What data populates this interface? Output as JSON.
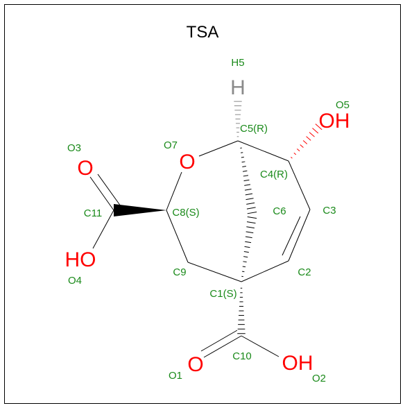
{
  "title": "TSA",
  "atom_symbols": {
    "hydrogen_h5": "H",
    "hydroxyl_o5": "OH",
    "carbonyl_o3": "O",
    "ring_oxygen_o7": "O",
    "hydroxyl_o4": "HO",
    "carbonyl_o1": "O",
    "hydroxyl_o2": "OH"
  },
  "atom_labels": {
    "H5": "H5",
    "O5": "O5",
    "C5": "C5(R)",
    "O3": "O3",
    "O7": "O7",
    "C4": "C4(R)",
    "C11": "C11",
    "C8": "C8(S)",
    "C6": "C6",
    "C3": "C3",
    "O4": "O4",
    "C9": "C9",
    "C2": "C2",
    "C1": "C1(S)",
    "C10": "C10",
    "O1": "O1",
    "O2": "O2"
  },
  "colors": {
    "carbon_label": "#1a8a1a",
    "oxygen": "#ff0000",
    "hydrogen": "#8a8a8a",
    "bond": "#000000"
  }
}
